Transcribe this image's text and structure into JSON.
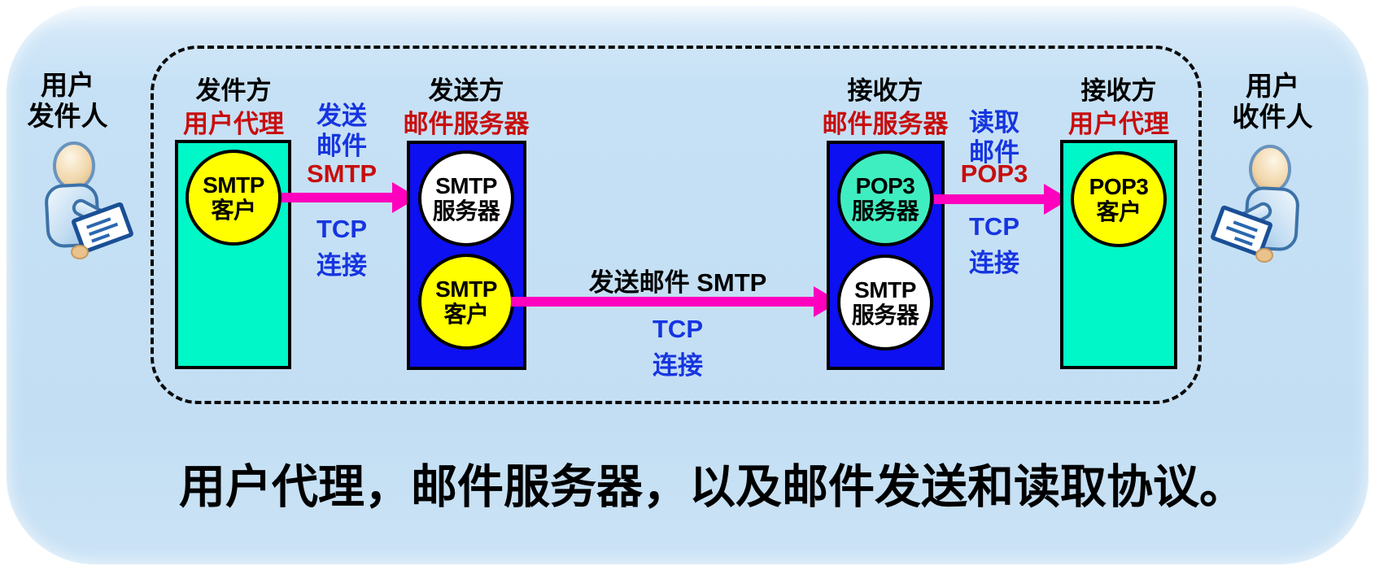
{
  "colors": {
    "panel_bg": "#c6e1f5",
    "user_agent_box": "#00f7c8",
    "mail_server_box": "#0d10f0",
    "client_circle": "#ffff00",
    "smtp_server_circle": "#ffffff",
    "pop3_server_circle": "#3feec0",
    "arrow": "#ff00bf",
    "protocol_text_red": "#c80d0d",
    "action_text_blue": "#1635e0"
  },
  "sender_user": {
    "line1": "用户",
    "line2": "发件人"
  },
  "receiver_user": {
    "line1": "用户",
    "line2": "收件人"
  },
  "columns": {
    "sender_agent": {
      "title": "发件方",
      "subtitle": "用户代理",
      "circle": {
        "line1": "SMTP",
        "line2": "客户"
      }
    },
    "sender_server": {
      "title": "发送方",
      "subtitle": "邮件服务器",
      "top_circle": {
        "line1": "SMTP",
        "line2": "服务器"
      },
      "bottom_circle": {
        "line1": "SMTP",
        "line2": "客户"
      }
    },
    "receiver_server": {
      "title": "接收方",
      "subtitle": "邮件服务器",
      "top_circle": {
        "line1": "POP3",
        "line2": "服务器"
      },
      "bottom_circle": {
        "line1": "SMTP",
        "line2": "服务器"
      }
    },
    "receiver_agent": {
      "title": "接收方",
      "subtitle": "用户代理",
      "circle": {
        "line1": "POP3",
        "line2": "客户"
      }
    }
  },
  "links": {
    "send_to_server": {
      "action_line1": "发送",
      "action_line2": "邮件",
      "protocol": "SMTP",
      "transport_line1": "TCP",
      "transport_line2": "连接"
    },
    "server_to_server": {
      "action": "发送邮件",
      "protocol": "SMTP",
      "transport_line1": "TCP",
      "transport_line2": "连接"
    },
    "read_from_server": {
      "action_line1": "读取",
      "action_line2": "邮件",
      "protocol": "POP3",
      "transport_line1": "TCP",
      "transport_line2": "连接"
    }
  },
  "caption": "用户代理，邮件服务器，以及邮件发送和读取协议。"
}
